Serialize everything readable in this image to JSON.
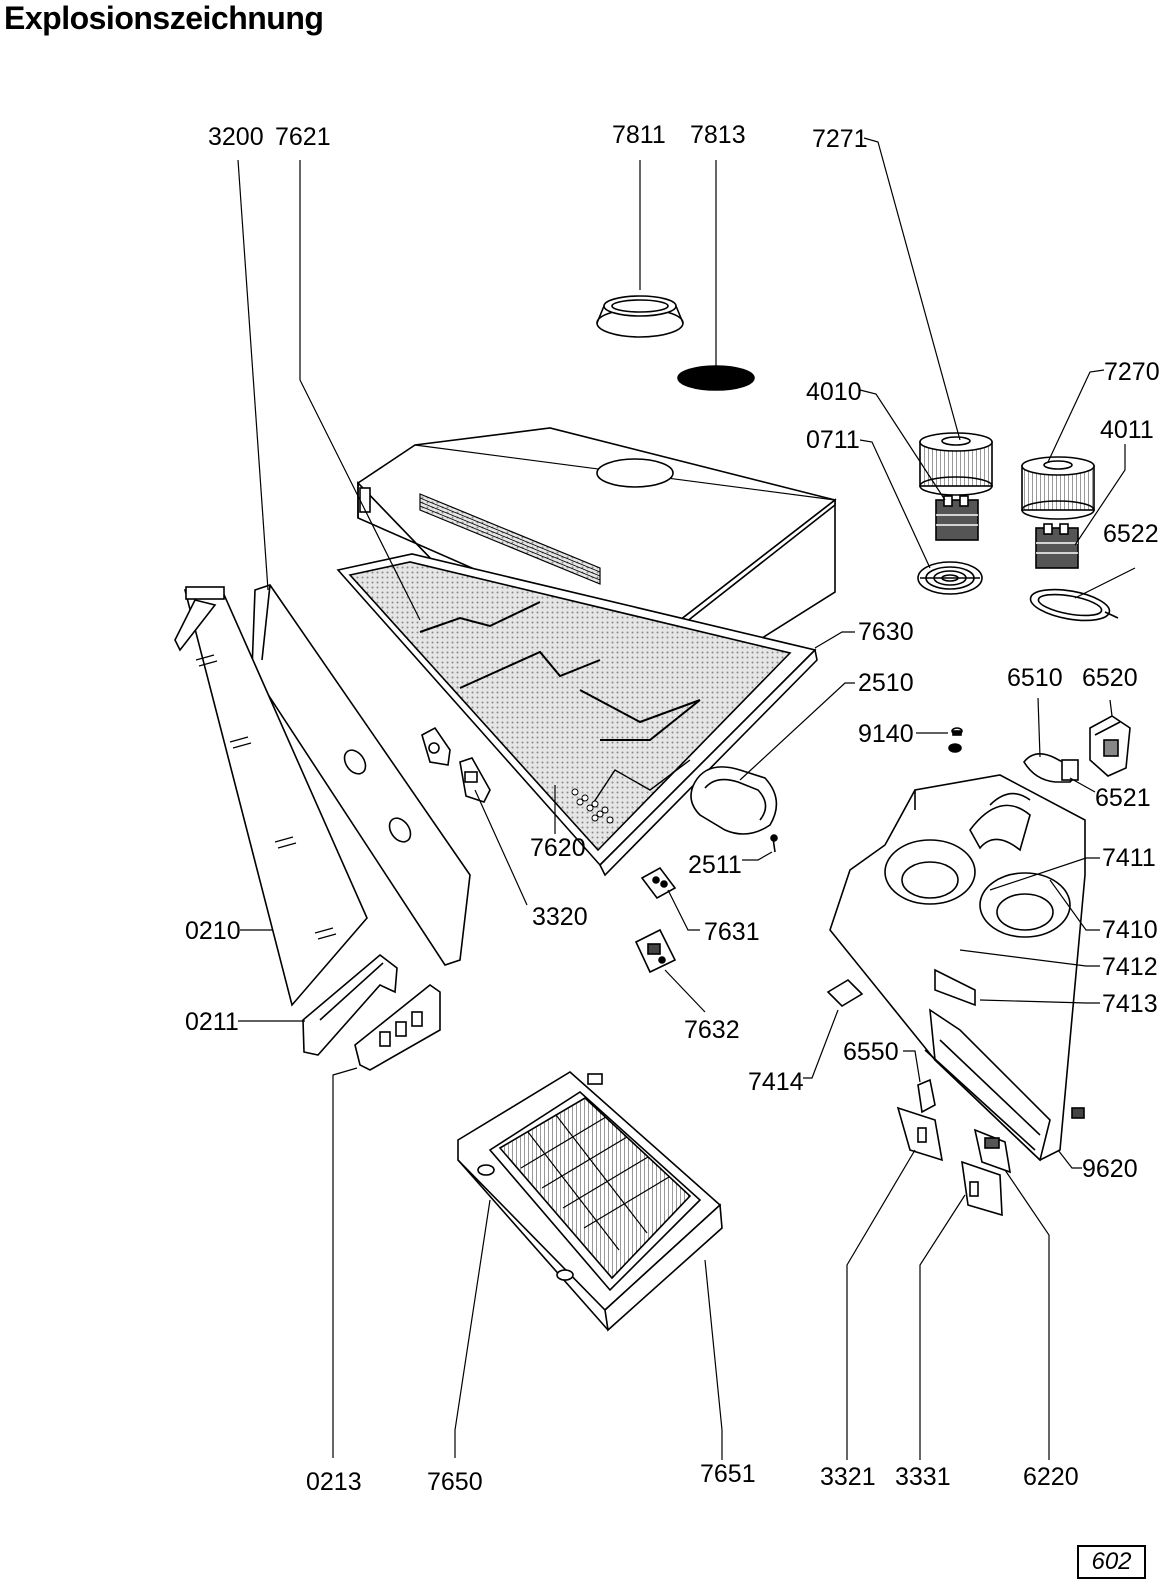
{
  "title": "Explosionszeichnung",
  "page_number": "602",
  "part_labels": {
    "3200": "3200",
    "7621": "7621",
    "7811": "7811",
    "7813": "7813",
    "7271": "7271",
    "7270": "7270",
    "4010": "4010",
    "0711": "0711",
    "4011": "4011",
    "6522": "6522",
    "7630": "7630",
    "2510": "2510",
    "6510": "6510",
    "6520": "6520",
    "9140": "9140",
    "6521": "6521",
    "7620": "7620",
    "2511": "2511",
    "7411": "7411",
    "3320": "3320",
    "7631": "7631",
    "7410": "7410",
    "0210": "0210",
    "7412": "7412",
    "7413": "7413",
    "0211": "0211",
    "7632": "7632",
    "6550": "6550",
    "7414": "7414",
    "9620": "9620",
    "0213": "0213",
    "7650": "7650",
    "7651": "7651",
    "3321": "3321",
    "3331": "3331",
    "6220": "6220"
  }
}
